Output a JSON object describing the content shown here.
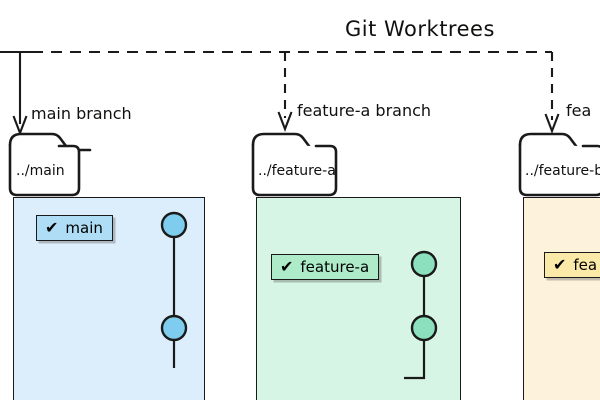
{
  "diagram": {
    "title": "Git Worktrees",
    "type": "git-worktree-layout"
  },
  "colors": {
    "stroke": "#1a1a1a",
    "background": "#ffffff",
    "main_panel_fill": "#dceefb",
    "main_badge_fill": "#aeddf5",
    "main_node_fill": "#7fcdee",
    "feature_a_panel_fill": "#d7f5e4",
    "feature_a_badge_fill": "#aeecc9",
    "feature_a_node_fill": "#8ce0be",
    "feature_b_panel_fill": "#fdf3dc",
    "feature_b_badge_fill": "#fbe9a8",
    "folder_fill": "#ffffff"
  },
  "worktrees": [
    {
      "branch_label": "main branch",
      "folder_label": "../main",
      "badge_label": "main",
      "badge_icon": "check-icon",
      "commit_count": 2,
      "has_merge_stub": false
    },
    {
      "branch_label": "feature-a branch",
      "folder_label": "../feature-a",
      "badge_label": "feature-a",
      "badge_icon": "check-icon",
      "commit_count": 2,
      "has_merge_stub": true
    },
    {
      "branch_label": "fea",
      "folder_label": "../feature-b",
      "badge_label": "fea",
      "badge_icon": "check-icon",
      "commit_count": 0,
      "has_merge_stub": false,
      "clipped": true
    }
  ],
  "connectors": {
    "bus_style": "dashed",
    "arrow_count": 3
  }
}
